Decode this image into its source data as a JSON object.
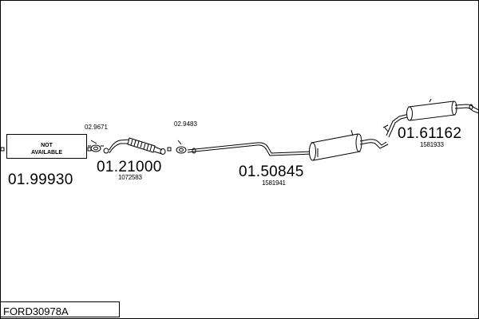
{
  "diagram": {
    "not_available": "NOT\nAVAILABLE",
    "reference": "FORD30978A",
    "parts": [
      {
        "part_number": "01.99930",
        "oem": ""
      },
      {
        "part_number": "01.21000",
        "oem": "1072583"
      },
      {
        "part_number": "01.50845",
        "oem": "1581941"
      },
      {
        "part_number": "01.61162",
        "oem": "1581933"
      }
    ],
    "accessories": [
      {
        "code": "02.9671"
      },
      {
        "code": "02.9483"
      }
    ]
  }
}
